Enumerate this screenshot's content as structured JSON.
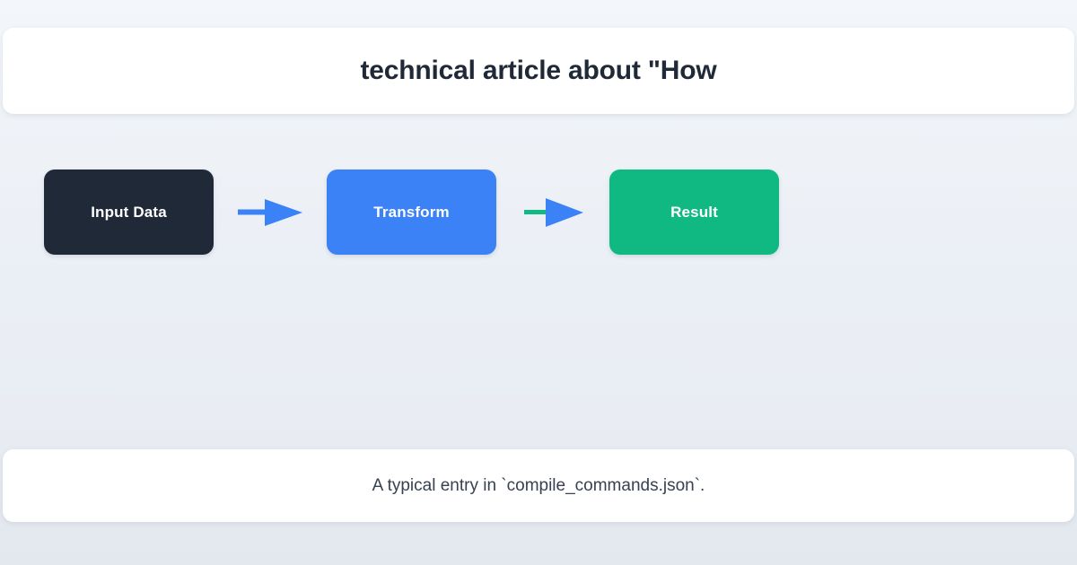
{
  "header": {
    "title": "technical article about \"How"
  },
  "diagram": {
    "nodes": [
      {
        "label": "Input Data",
        "color": "#1f2937"
      },
      {
        "label": "Transform",
        "color": "#3b82f6"
      },
      {
        "label": "Result",
        "color": "#10b981"
      }
    ],
    "arrows": [
      {
        "name": "arrow-1",
        "line_color": "#3b82f6",
        "head_color": "#3b82f6"
      },
      {
        "name": "arrow-2",
        "line_color": "#10b981",
        "head_color": "#3b82f6"
      }
    ]
  },
  "caption": {
    "text": "A typical entry in `compile_commands.json`."
  },
  "theme": {
    "background_top": "#f3f7fa",
    "background_bottom": "#e3e8ee",
    "card_background": "#ffffff",
    "title_color": "#1f2937",
    "caption_color": "#374151",
    "accent_blue": "#3b82f6",
    "accent_green": "#10b981",
    "accent_dark": "#1f2937"
  }
}
